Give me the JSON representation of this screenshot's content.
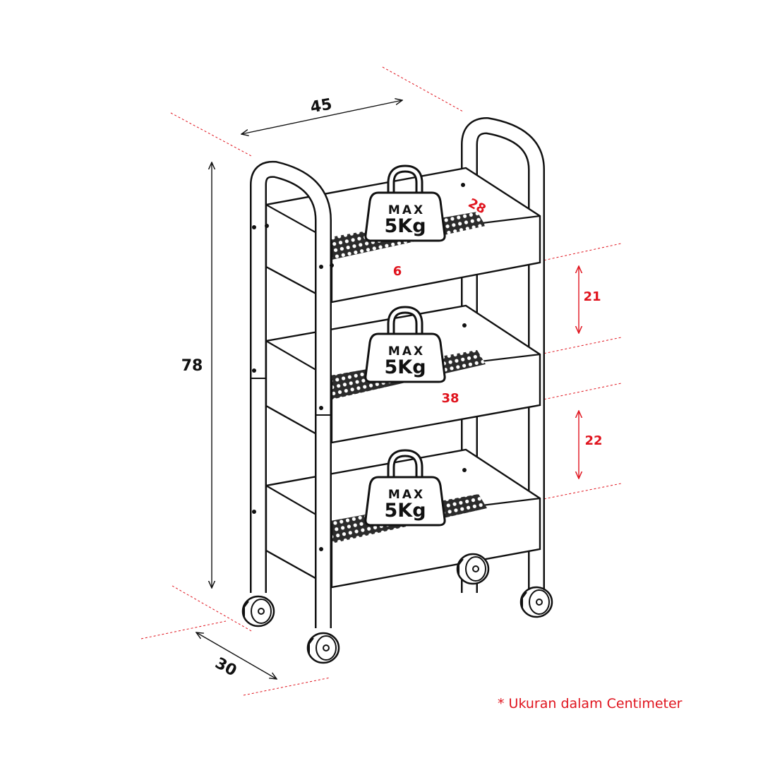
{
  "dimensions": {
    "width": "45",
    "depth": "30",
    "height": "78",
    "inner_depth": "28",
    "basket_depth": "6",
    "tier_gap_top": "21",
    "inner_width": "38",
    "tier_gap_bottom": "22"
  },
  "weight_badges": [
    {
      "max_label": "MAX",
      "load_label": "5Kg"
    },
    {
      "max_label": "MAX",
      "load_label": "5Kg"
    },
    {
      "max_label": "MAX",
      "load_label": "5Kg"
    }
  ],
  "note": "* Ukuran dalam Centimeter",
  "colors": {
    "accent": "#e0141e",
    "line": "#111111",
    "mesh": "#2b2b2b"
  }
}
